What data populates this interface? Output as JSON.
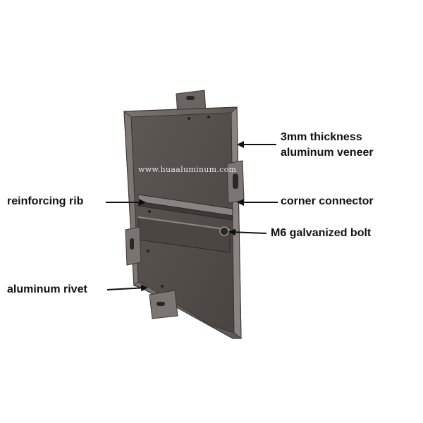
{
  "watermark": "www.huaaluminum.com",
  "labels": {
    "veneer_line1": "3mm thickness",
    "veneer_line2": "aluminum veneer",
    "reinforcing_rib": "reinforcing rib",
    "corner_connector": "corner connector",
    "bolt": "M6 galvanized bolt",
    "rivet": "aluminum rivet"
  },
  "colors": {
    "panel_face": "#56504d",
    "panel_frame": "#6e6865",
    "label_text": "#111111",
    "arrow": "#111111"
  }
}
